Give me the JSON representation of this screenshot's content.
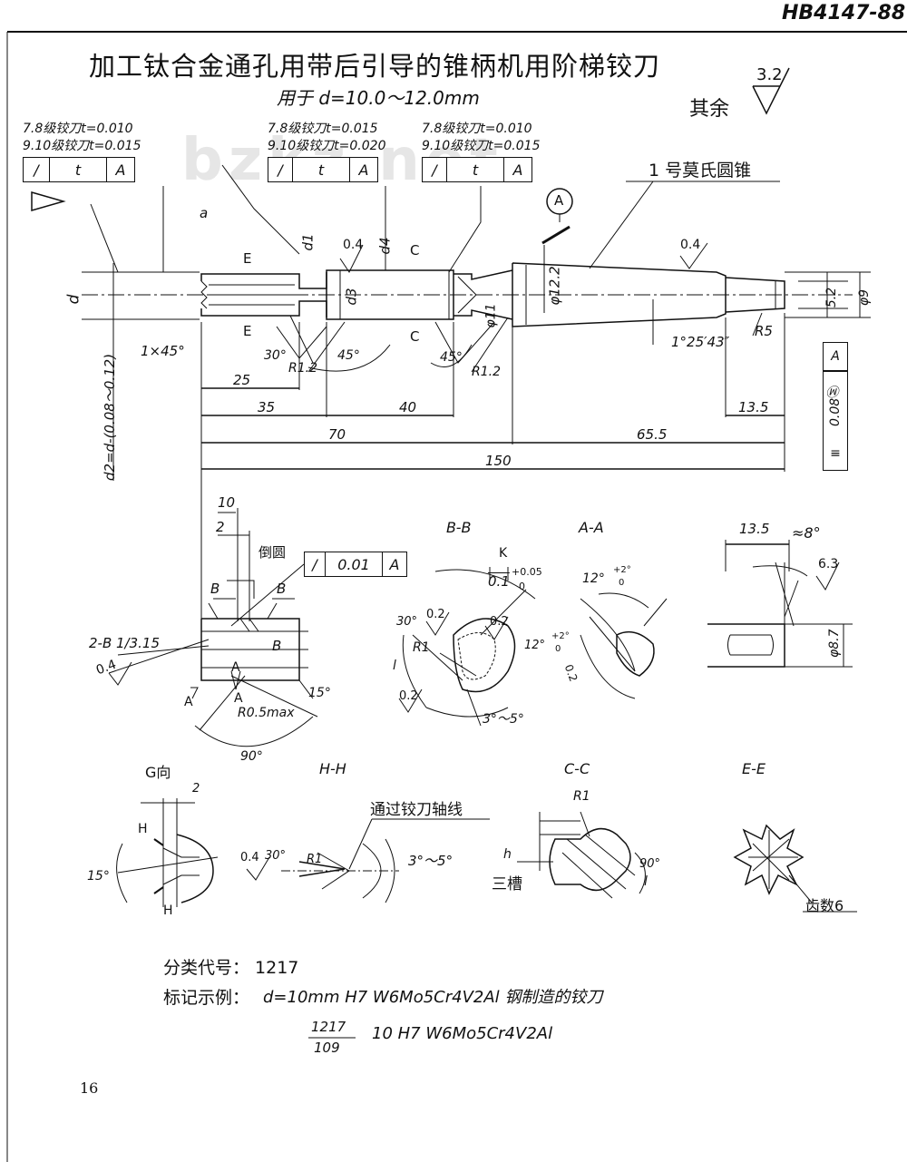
{
  "header": {
    "doc_number": "HB4147-88"
  },
  "watermark": "bzkz.net",
  "title": "加工钛合金通孔用带后引导的锥柄机用阶梯铰刀",
  "subtitle": "用于 d=10.0～12.0mm",
  "surface_rest": {
    "label": "其余",
    "value": "3.2"
  },
  "tolerance_notes": {
    "left": [
      "7.8级铰刀t=0.010",
      "9.10级铰刀t=0.015"
    ],
    "middle": [
      "7.8级铰刀t=0.015",
      "9.10级铰刀t=0.020"
    ],
    "right": [
      "7.8级铰刀t=0.010",
      "9.10级铰刀t=0.015"
    ]
  },
  "fcf_runout": {
    "symbol": "/",
    "tol": "t",
    "datum": "A"
  },
  "fcf_chamfer": {
    "symbol": "/",
    "tol": "0.01",
    "datum": "A"
  },
  "fcf_vertical": {
    "symbol": "≡",
    "tol": "0.08Ⓜ",
    "datum": "A"
  },
  "taper_label": "1 号莫氏圆锥",
  "datum_circle": "A",
  "main_view_labels": {
    "a": "a",
    "E": "E",
    "d1": "d1",
    "d3": "d3",
    "d4": "d4",
    "C": "C",
    "d": "d",
    "d2": "d2=d-(0.08～0.12)",
    "chamfer": "1×45°",
    "phi11": "φ11",
    "phi12": "φ12.2",
    "phi9": "φ9",
    "five2": "5.2",
    "angle": "1°25′43″",
    "R5": "R5",
    "R12": "R1.2",
    "a30": "30°",
    "a45": "45°",
    "ra04": "0.4"
  },
  "dimensions": {
    "d25": "25",
    "d35": "35",
    "d40": "40",
    "d70": "70",
    "d655": "65.5",
    "d135": "13.5",
    "d150": "150"
  },
  "detail_left": {
    "d10": "10",
    "d2": "2",
    "chamfer_label": "倒圆",
    "B": "B",
    "center": "2-B 1/3.15",
    "ra": "0.4",
    "R05": "R0.5max",
    "a90": "90°",
    "a15": "15°",
    "A": "A"
  },
  "section_BB": {
    "title": "B-B",
    "K": "K",
    "val": "0.1",
    "tol_up": "+0.05",
    "tol_low": "0",
    "a30": "30°",
    "a12": "12°",
    "tol12": "+2°",
    "tol12b": "0",
    "r02": "0.2",
    "R1": "R1",
    "l": "l",
    "a35": "3°～5°"
  },
  "section_AA": {
    "title": "A-A",
    "a12": "12°",
    "tol": "+2°",
    "tolb": "0",
    "r02": "0.2"
  },
  "detail_right": {
    "d135": "13.5",
    "a8": "≈8°",
    "ra": "6.3",
    "phi": "φ8.7"
  },
  "section_G": {
    "title": "G向",
    "two": "2",
    "H": "H",
    "a15": "15°"
  },
  "section_HH": {
    "title": "H-H",
    "note": "通过铰刀轴线",
    "ra": "0.4",
    "a30": "30°",
    "R1": "R1",
    "a35": "3°～5°"
  },
  "section_CC": {
    "title": "C-C",
    "R1": "R1",
    "h": "h",
    "slots": "三槽",
    "a90": "90°",
    "l": "l"
  },
  "section_EE": {
    "title": "E-E",
    "teeth": "齿数6"
  },
  "footer": {
    "class_code": "分类代号：  1217",
    "example_label": "标记示例：",
    "example_text": "d=10mm   H7   W6Mo5Cr4V2Al 钢制造的铰刀",
    "frac_num": "1217",
    "frac_den": "109",
    "example_line2": "10 H7   W6Mo5Cr4V2Al",
    "page": "16"
  }
}
